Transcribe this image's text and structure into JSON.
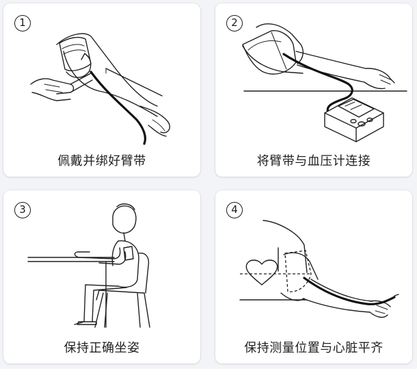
{
  "steps": [
    {
      "number": "1",
      "caption": "佩戴并绑好臂带"
    },
    {
      "number": "2",
      "caption": "将臂带与血压计连接"
    },
    {
      "number": "3",
      "caption": "保持正确坐姿"
    },
    {
      "number": "4",
      "caption": "保持测量位置与心脏平齐"
    }
  ]
}
